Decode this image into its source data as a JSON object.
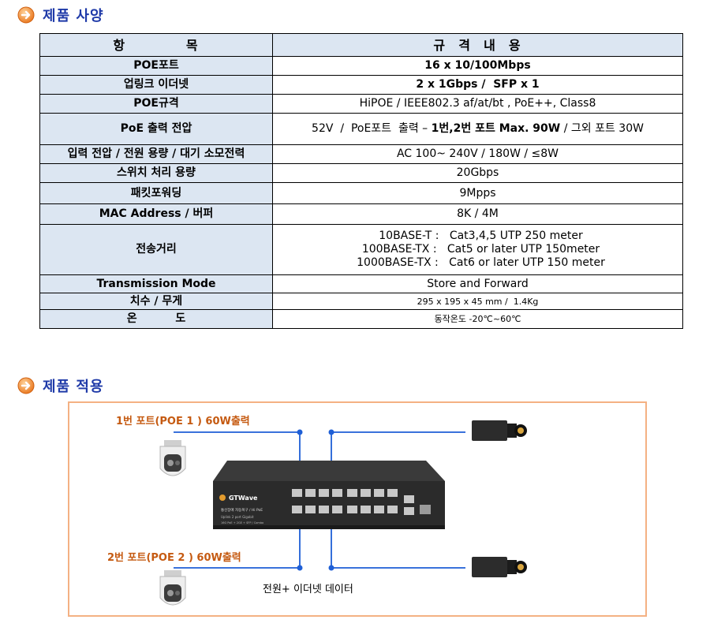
{
  "sections": {
    "spec_title": "제품 사양",
    "app_title": "제품 적용"
  },
  "table": {
    "header": [
      "항          목",
      "규  격  내  용"
    ],
    "rows": [
      {
        "label": "POE포트",
        "value": "16 x 10/100Mbps"
      },
      {
        "label": "업링크 이더넷",
        "value": "2 x 1Gbps /  SFP x 1"
      },
      {
        "label": "POE규격",
        "value": "HiPOE / IEEE802.3 af/at/bt , PoE++, Class8"
      },
      {
        "label": "PoE 출력 전압",
        "value_a": "52V  /  PoE포트  출력 – ",
        "value_b": "1번,2번 포트 Max. 90W",
        "value_c": " / 그외 포트 30W"
      },
      {
        "label": "입력 전압 / 전원 용량 / 대기 소모전력",
        "value": "AC 100~ 240V / 180W / ≤8W"
      },
      {
        "label": "스위치 처리 용량",
        "value": "20Gbps"
      },
      {
        "label": "패킷포워딩",
        "value": "9Mpps"
      },
      {
        "label": "MAC Address / 버퍼",
        "value": "8K / 4M"
      },
      {
        "label": "전송거리",
        "lines": [
          "10BASE-T :   Cat3,4,5 UTP 250 meter",
          "100BASE-TX :   Cat5 or later UTP 150meter",
          "1000BASE-TX :   Cat6 or later UTP 150 meter"
        ]
      },
      {
        "label": "Transmission Mode",
        "value": "Store and Forward"
      },
      {
        "label": "치수 / 무게",
        "value": "295 x 195 x 45 mm /  1.4Kg"
      },
      {
        "label": "온          도",
        "value": "동작온도 -20℃~60℃"
      }
    ]
  },
  "diagram": {
    "port1_label": "1번 포트(POE 1 ) 60W출력",
    "port2_label": "2번 포트(POE 2 ) 60W출력",
    "bottom_label": "전원+ 이더넷 데이터",
    "brand": "GTWave",
    "device_text_1": "통신장애 자동복구 / Hi PoE",
    "device_text_2": "Uplink 2 port Gigabit",
    "device_text_3": "16G PoE + 2GE + SFP / Combo",
    "colors": {
      "accent_title": "#1f3aa8",
      "orange_label": "#c55a11",
      "line_blue": "#1f5fd6",
      "table_header_bg": "#dce6f2",
      "box_border": "#f4b183",
      "switch_body": "#2b2b2b"
    }
  }
}
